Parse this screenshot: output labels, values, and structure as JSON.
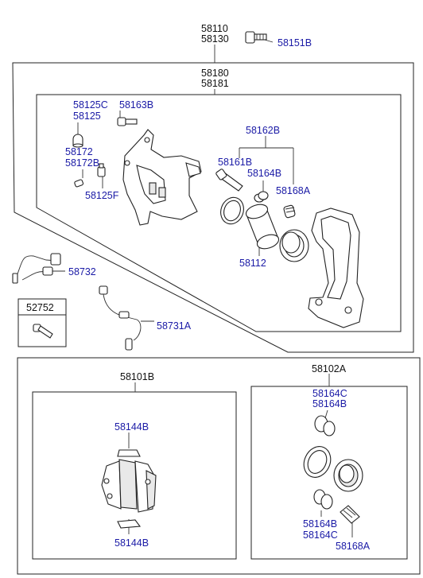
{
  "labels": {
    "l58110": "58110",
    "l58130": "58130",
    "l58151B": "58151B",
    "l58180": "58180",
    "l58181": "58181",
    "l58125C": "58125C",
    "l58125": "58125",
    "l58163B": "58163B",
    "l58172": "58172",
    "l58172B": "58172B",
    "l58125F": "58125F",
    "l58162B": "58162B",
    "l58161B": "58161B",
    "l58164B_top": "58164B",
    "l58168A_top": "58168A",
    "l58112": "58112",
    "l58732": "58732",
    "l52752": "52752",
    "l58731A": "58731A",
    "l58101B": "58101B",
    "l58144B_top": "58144B",
    "l58144B_bottom": "58144B",
    "l58102A": "58102A",
    "l58164C_top": "58164C",
    "l58164B_mid": "58164B",
    "l58164B_low": "58164B",
    "l58164C_low": "58164C",
    "l58168A_low": "58168A"
  }
}
